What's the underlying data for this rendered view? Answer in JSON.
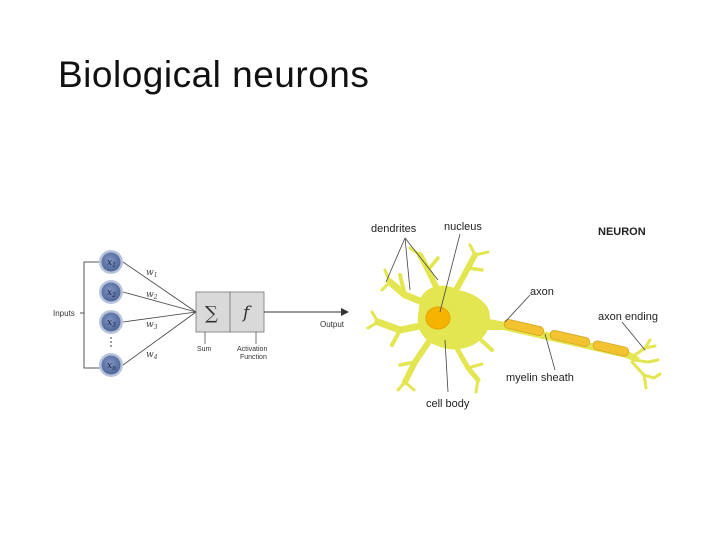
{
  "slide": {
    "title": "Biological neurons"
  },
  "perceptron": {
    "inputs_label": "Inputs",
    "input_nodes": [
      "x1",
      "x2",
      "x3",
      "xn"
    ],
    "weights": [
      "w1",
      "w2",
      "w3",
      "w4"
    ],
    "sum_symbol": "∑",
    "activation_symbol": "f",
    "sum_label": "Sum",
    "activation_label_line1": "Activation",
    "activation_label_line2": "Function",
    "output_label": "Output"
  },
  "neuron": {
    "title": "NEURON",
    "dendrites": "dendrites",
    "nucleus": "nucleus",
    "axon": "axon",
    "axon_ending": "axon ending",
    "myelin_sheath": "myelin sheath",
    "cell_body": "cell body"
  },
  "colors": {
    "node_fill": "#5d74a8",
    "node_ring": "#9eabc8",
    "cell_body": "#e3e650",
    "nucleus": "#f5b400",
    "myelin": "#f2c230"
  }
}
